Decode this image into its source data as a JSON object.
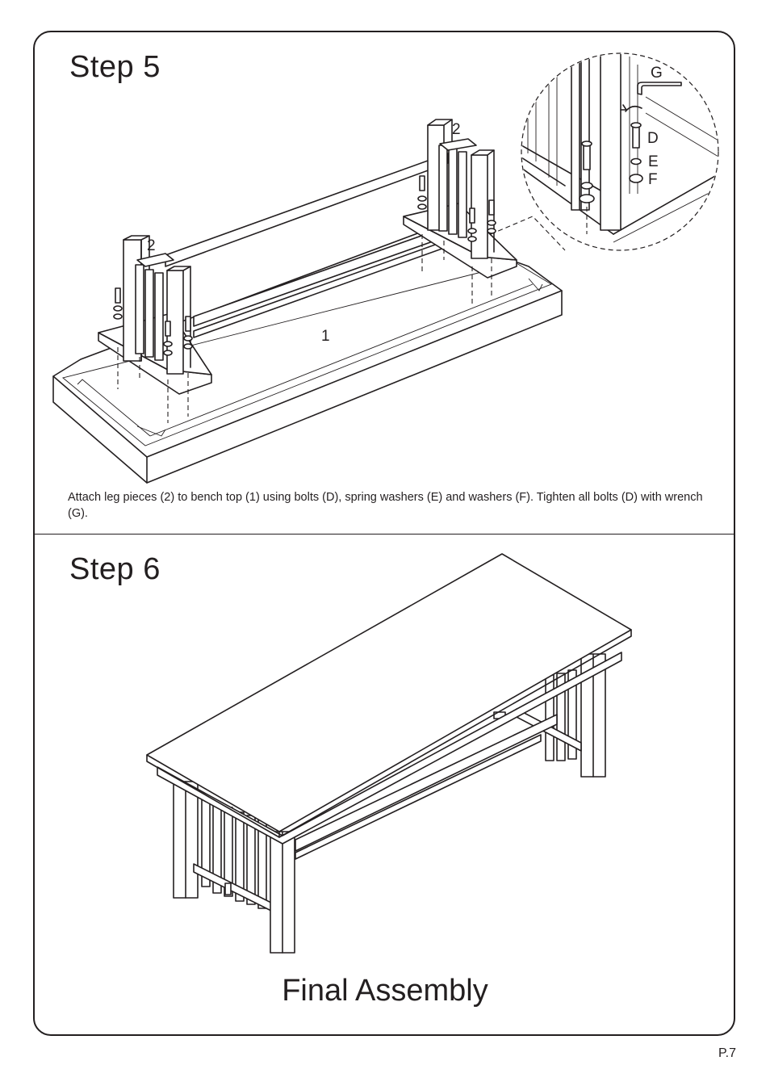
{
  "step5": {
    "title": "Step  5",
    "instruction": "Attach leg pieces (2) to bench top (1) using bolts (D), spring washers (E) and washers (F). Tighten all bolts (D) with wrench (G).",
    "part_labels": {
      "leg_left": "2",
      "leg_right": "2",
      "top": "1"
    },
    "detail_labels": {
      "wrench": "G",
      "bolt": "D",
      "spring_washer": "E",
      "washer": "F"
    }
  },
  "step6": {
    "title": "Step  6",
    "caption": "Final Assembly"
  },
  "page": "P.7"
}
